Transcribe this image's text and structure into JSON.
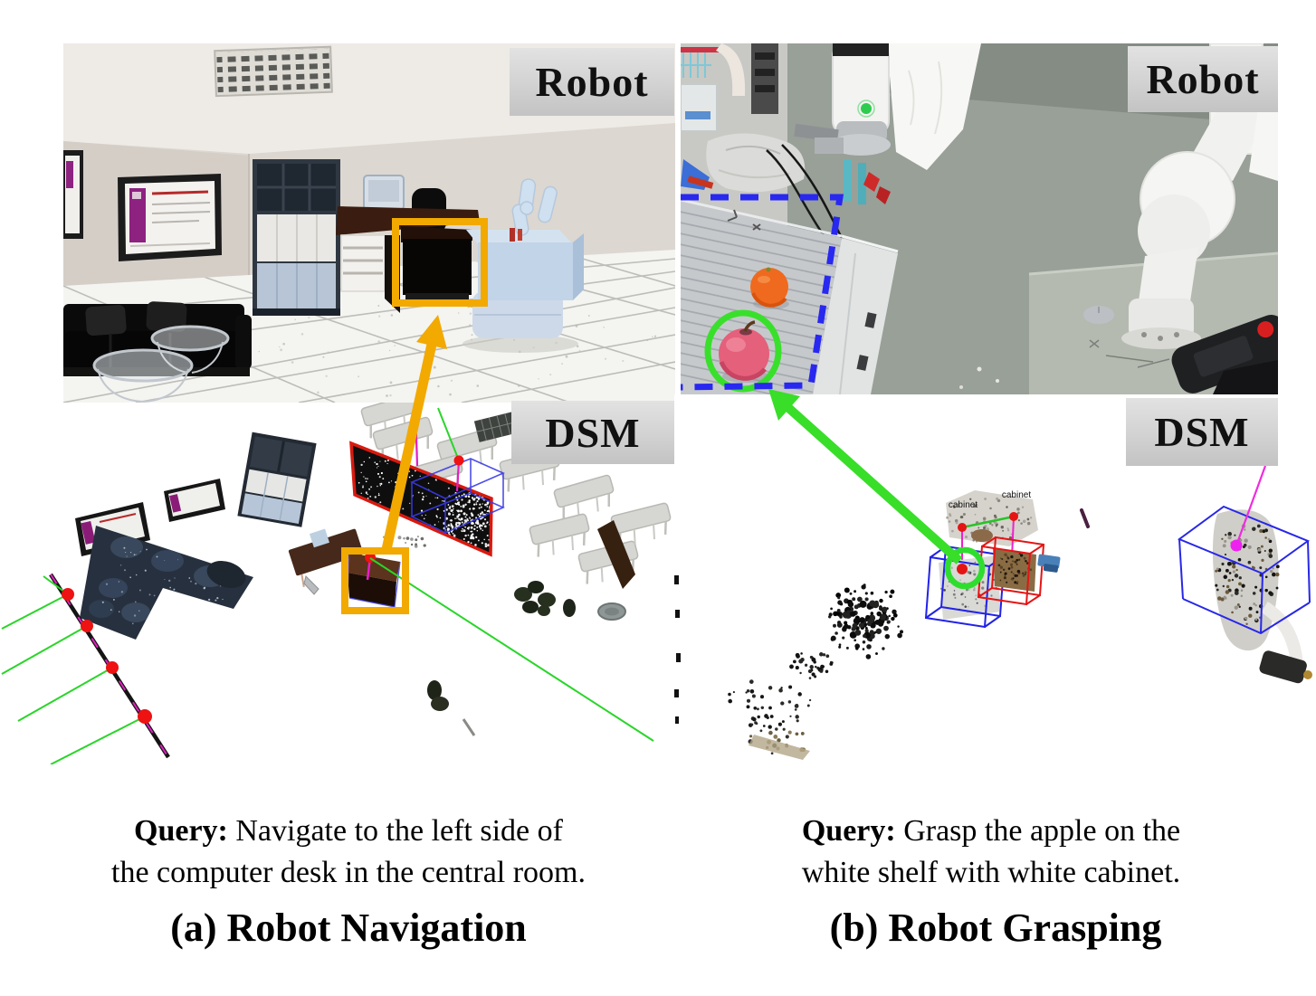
{
  "panel_a": {
    "photo_tag": "Robot",
    "dsm_tag": "DSM",
    "query": {
      "label": "Query:",
      "line1": "Navigate to the left side of",
      "line2": "the computer desk in the central room."
    },
    "caption": "(a) Robot Navigation"
  },
  "panel_b": {
    "photo_tag": "Robot",
    "dsm_tag": "DSM",
    "query": {
      "label": "Query:",
      "line1": "Grasp the apple on the",
      "line2": "white shelf with white cabinet."
    },
    "caption": "(b) Robot Grasping",
    "dsm_labels": {
      "cabinet_left": "cabinet",
      "cabinet_right": "cabinet"
    }
  },
  "colors": {
    "annotation_orange": "#F2A900",
    "annotation_green": "#38DE28",
    "annotation_blue": "#2A2AF0",
    "annotation_red": "#E51414",
    "annotation_magenta": "#EE22CC",
    "tag_background": "#D4D4D4",
    "tag_text": "#111111"
  }
}
